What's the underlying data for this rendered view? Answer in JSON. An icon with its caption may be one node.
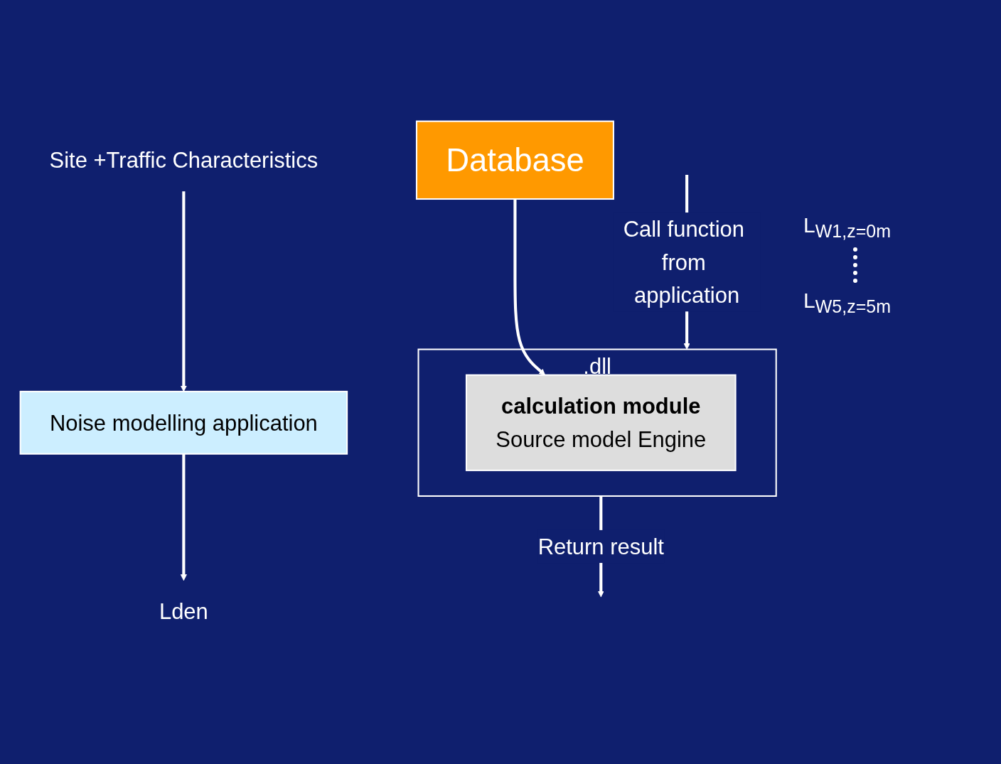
{
  "diagram": {
    "nodes": [
      {
        "text": [
          "Site +Traffic Characteristics"
        ]
      },
      {
        "text": [
          "Noise modelling application"
        ]
      },
      {
        "text": [
          "Lden"
        ]
      },
      {
        "text": [
          ".dll"
        ]
      },
      {
        "text": [
          "calculation module",
          "Source model Engine"
        ],
        "in": 3
      },
      {
        "text": [
          "Database"
        ]
      }
    ],
    "edges": [
      {
        "from": 0,
        "to": 1,
        "arrow": "to"
      },
      {
        "from": 1,
        "to": 2,
        "arrow": "to"
      },
      {
        "from": null,
        "to": 3,
        "arrow": "to",
        "label": "Call function from application"
      },
      {
        "from": 3,
        "to": null,
        "arrow": "to",
        "label": "Return result"
      },
      {
        "from": 5,
        "to": 4,
        "arrow": "to"
      }
    ],
    "labels": [
      "L$_{W1,z=0m}$",
      "L$_{W5,z=5m}$"
    ]
  }
}
